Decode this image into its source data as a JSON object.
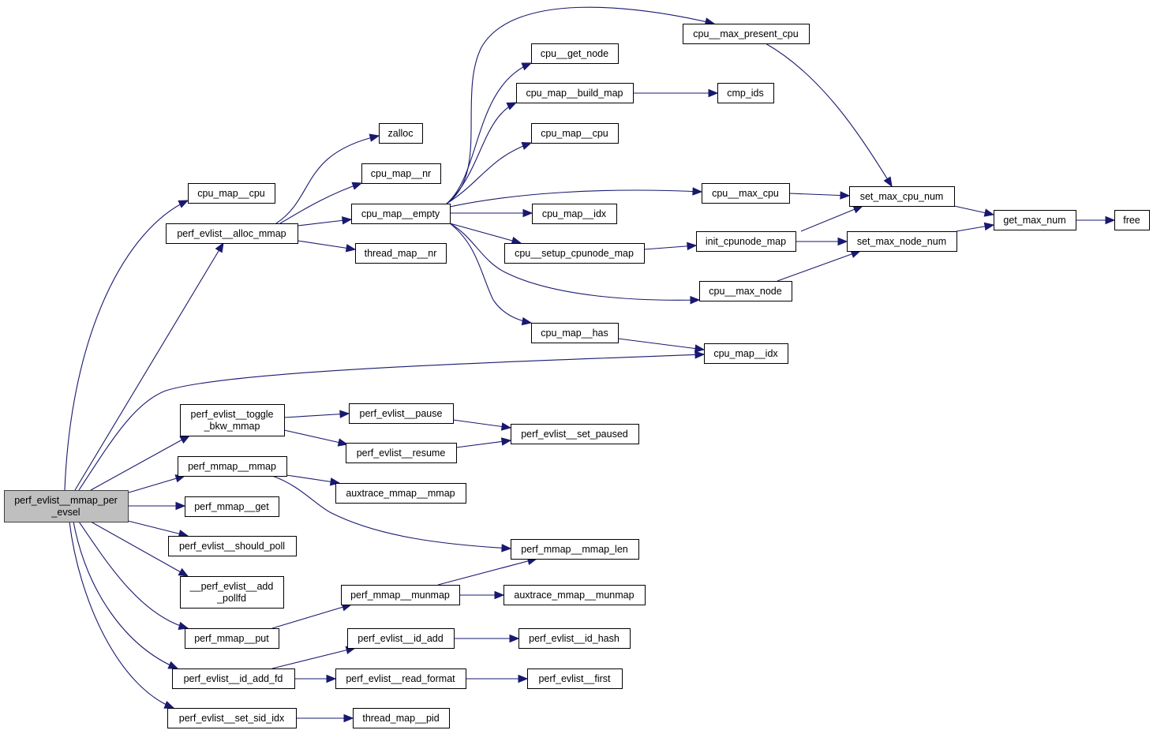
{
  "diagram": {
    "type": "call-graph",
    "root": "perf_evlist__mmap_per_evsel",
    "colors": {
      "edge": "#191970",
      "root_fill": "#bfbfbf",
      "node_fill": "#ffffff",
      "node_border": "#000000"
    },
    "nodes": [
      {
        "id": "root",
        "lines": [
          "perf_evlist__mmap_per",
          "_evsel"
        ],
        "root": true
      },
      {
        "id": "cpu_map__cpu_a",
        "lines": [
          "cpu_map__cpu"
        ]
      },
      {
        "id": "perf_evlist__alloc_mmap",
        "lines": [
          "perf_evlist__alloc_mmap"
        ]
      },
      {
        "id": "zalloc",
        "lines": [
          "zalloc"
        ]
      },
      {
        "id": "cpu_map__nr",
        "lines": [
          "cpu_map__nr"
        ]
      },
      {
        "id": "cpu_map__empty",
        "lines": [
          "cpu_map__empty"
        ]
      },
      {
        "id": "thread_map__nr",
        "lines": [
          "thread_map__nr"
        ]
      },
      {
        "id": "cpu__max_present_cpu",
        "lines": [
          "cpu__max_present_cpu"
        ]
      },
      {
        "id": "cpu__get_node",
        "lines": [
          "cpu__get_node"
        ]
      },
      {
        "id": "cpu_map__build_map",
        "lines": [
          "cpu_map__build_map"
        ]
      },
      {
        "id": "cmp_ids",
        "lines": [
          "cmp_ids"
        ]
      },
      {
        "id": "cpu_map__cpu_b",
        "lines": [
          "cpu_map__cpu"
        ]
      },
      {
        "id": "cpu__max_cpu",
        "lines": [
          "cpu__max_cpu"
        ]
      },
      {
        "id": "cpu_map__idx_a",
        "lines": [
          "cpu_map__idx"
        ]
      },
      {
        "id": "cpu__setup_cpunode_map",
        "lines": [
          "cpu__setup_cpunode_map"
        ]
      },
      {
        "id": "init_cpunode_map",
        "lines": [
          "init_cpunode_map"
        ]
      },
      {
        "id": "cpu__max_node",
        "lines": [
          "cpu__max_node"
        ]
      },
      {
        "id": "cpu_map__has",
        "lines": [
          "cpu_map__has"
        ]
      },
      {
        "id": "cpu_map__idx_b",
        "lines": [
          "cpu_map__idx"
        ]
      },
      {
        "id": "set_max_cpu_num",
        "lines": [
          "set_max_cpu_num"
        ]
      },
      {
        "id": "set_max_node_num",
        "lines": [
          "set_max_node_num"
        ]
      },
      {
        "id": "get_max_num",
        "lines": [
          "get_max_num"
        ]
      },
      {
        "id": "free",
        "lines": [
          "free"
        ]
      },
      {
        "id": "perf_evlist__toggle_bkw_mmap",
        "lines": [
          "perf_evlist__toggle",
          "_bkw_mmap"
        ]
      },
      {
        "id": "perf_evlist__pause",
        "lines": [
          "perf_evlist__pause"
        ]
      },
      {
        "id": "perf_evlist__resume",
        "lines": [
          "perf_evlist__resume"
        ]
      },
      {
        "id": "perf_evlist__set_paused",
        "lines": [
          "perf_evlist__set_paused"
        ]
      },
      {
        "id": "perf_mmap__mmap",
        "lines": [
          "perf_mmap__mmap"
        ]
      },
      {
        "id": "auxtrace_mmap__mmap",
        "lines": [
          "auxtrace_mmap__mmap"
        ]
      },
      {
        "id": "perf_mmap__get",
        "lines": [
          "perf_mmap__get"
        ]
      },
      {
        "id": "perf_evlist__should_poll",
        "lines": [
          "perf_evlist__should_poll"
        ]
      },
      {
        "id": "perf_mmap__mmap_len",
        "lines": [
          "perf_mmap__mmap_len"
        ]
      },
      {
        "id": "__perf_evlist__add_pollfd",
        "lines": [
          "__perf_evlist__add",
          "_pollfd"
        ]
      },
      {
        "id": "perf_mmap__munmap",
        "lines": [
          "perf_mmap__munmap"
        ]
      },
      {
        "id": "auxtrace_mmap__munmap",
        "lines": [
          "auxtrace_mmap__munmap"
        ]
      },
      {
        "id": "perf_mmap__put",
        "lines": [
          "perf_mmap__put"
        ]
      },
      {
        "id": "perf_evlist__id_add",
        "lines": [
          "perf_evlist__id_add"
        ]
      },
      {
        "id": "perf_evlist__id_hash",
        "lines": [
          "perf_evlist__id_hash"
        ]
      },
      {
        "id": "perf_evlist__id_add_fd",
        "lines": [
          "perf_evlist__id_add_fd"
        ]
      },
      {
        "id": "perf_evlist__read_format",
        "lines": [
          "perf_evlist__read_format"
        ]
      },
      {
        "id": "perf_evlist__first",
        "lines": [
          "perf_evlist__first"
        ]
      },
      {
        "id": "perf_evlist__set_sid_idx",
        "lines": [
          "perf_evlist__set_sid_idx"
        ]
      },
      {
        "id": "thread_map__pid",
        "lines": [
          "thread_map__pid"
        ]
      }
    ],
    "edges": [
      {
        "from": "root",
        "to": "cpu_map__cpu_a"
      },
      {
        "from": "root",
        "to": "perf_evlist__alloc_mmap"
      },
      {
        "from": "root",
        "to": "cpu_map__idx_b"
      },
      {
        "from": "root",
        "to": "perf_evlist__toggle_bkw_mmap"
      },
      {
        "from": "root",
        "to": "perf_mmap__mmap"
      },
      {
        "from": "root",
        "to": "perf_mmap__get"
      },
      {
        "from": "root",
        "to": "perf_evlist__should_poll"
      },
      {
        "from": "root",
        "to": "__perf_evlist__add_pollfd"
      },
      {
        "from": "root",
        "to": "perf_mmap__put"
      },
      {
        "from": "root",
        "to": "perf_evlist__id_add_fd"
      },
      {
        "from": "root",
        "to": "perf_evlist__set_sid_idx"
      },
      {
        "from": "perf_evlist__alloc_mmap",
        "to": "zalloc"
      },
      {
        "from": "perf_evlist__alloc_mmap",
        "to": "cpu_map__nr"
      },
      {
        "from": "perf_evlist__alloc_mmap",
        "to": "cpu_map__empty"
      },
      {
        "from": "perf_evlist__alloc_mmap",
        "to": "thread_map__nr"
      },
      {
        "from": "cpu_map__empty",
        "to": "cpu__max_present_cpu"
      },
      {
        "from": "cpu_map__empty",
        "to": "cpu__get_node"
      },
      {
        "from": "cpu_map__empty",
        "to": "cpu_map__build_map"
      },
      {
        "from": "cpu_map__empty",
        "to": "cpu_map__cpu_b"
      },
      {
        "from": "cpu_map__empty",
        "to": "cpu__max_cpu"
      },
      {
        "from": "cpu_map__empty",
        "to": "cpu_map__idx_a"
      },
      {
        "from": "cpu_map__empty",
        "to": "cpu__setup_cpunode_map"
      },
      {
        "from": "cpu_map__empty",
        "to": "cpu__max_node"
      },
      {
        "from": "cpu_map__empty",
        "to": "cpu_map__has"
      },
      {
        "from": "cpu_map__build_map",
        "to": "cmp_ids"
      },
      {
        "from": "cpu__max_present_cpu",
        "to": "set_max_cpu_num"
      },
      {
        "from": "cpu__max_cpu",
        "to": "set_max_cpu_num"
      },
      {
        "from": "init_cpunode_map",
        "to": "set_max_cpu_num"
      },
      {
        "from": "init_cpunode_map",
        "to": "set_max_node_num"
      },
      {
        "from": "cpu__max_node",
        "to": "set_max_node_num"
      },
      {
        "from": "cpu__setup_cpunode_map",
        "to": "init_cpunode_map"
      },
      {
        "from": "set_max_cpu_num",
        "to": "get_max_num"
      },
      {
        "from": "set_max_node_num",
        "to": "get_max_num"
      },
      {
        "from": "get_max_num",
        "to": "free"
      },
      {
        "from": "cpu_map__has",
        "to": "cpu_map__idx_b"
      },
      {
        "from": "perf_evlist__toggle_bkw_mmap",
        "to": "perf_evlist__pause"
      },
      {
        "from": "perf_evlist__toggle_bkw_mmap",
        "to": "perf_evlist__resume"
      },
      {
        "from": "perf_evlist__pause",
        "to": "perf_evlist__set_paused"
      },
      {
        "from": "perf_evlist__resume",
        "to": "perf_evlist__set_paused"
      },
      {
        "from": "perf_mmap__mmap",
        "to": "auxtrace_mmap__mmap"
      },
      {
        "from": "perf_mmap__mmap",
        "to": "perf_mmap__mmap_len"
      },
      {
        "from": "perf_mmap__munmap",
        "to": "perf_mmap__mmap_len"
      },
      {
        "from": "perf_mmap__munmap",
        "to": "auxtrace_mmap__munmap"
      },
      {
        "from": "perf_mmap__put",
        "to": "perf_mmap__munmap"
      },
      {
        "from": "perf_evlist__id_add_fd",
        "to": "perf_evlist__id_add"
      },
      {
        "from": "perf_evlist__id_add_fd",
        "to": "perf_evlist__read_format"
      },
      {
        "from": "perf_evlist__id_add",
        "to": "perf_evlist__id_hash"
      },
      {
        "from": "perf_evlist__read_format",
        "to": "perf_evlist__first"
      },
      {
        "from": "perf_evlist__set_sid_idx",
        "to": "thread_map__pid"
      }
    ]
  }
}
